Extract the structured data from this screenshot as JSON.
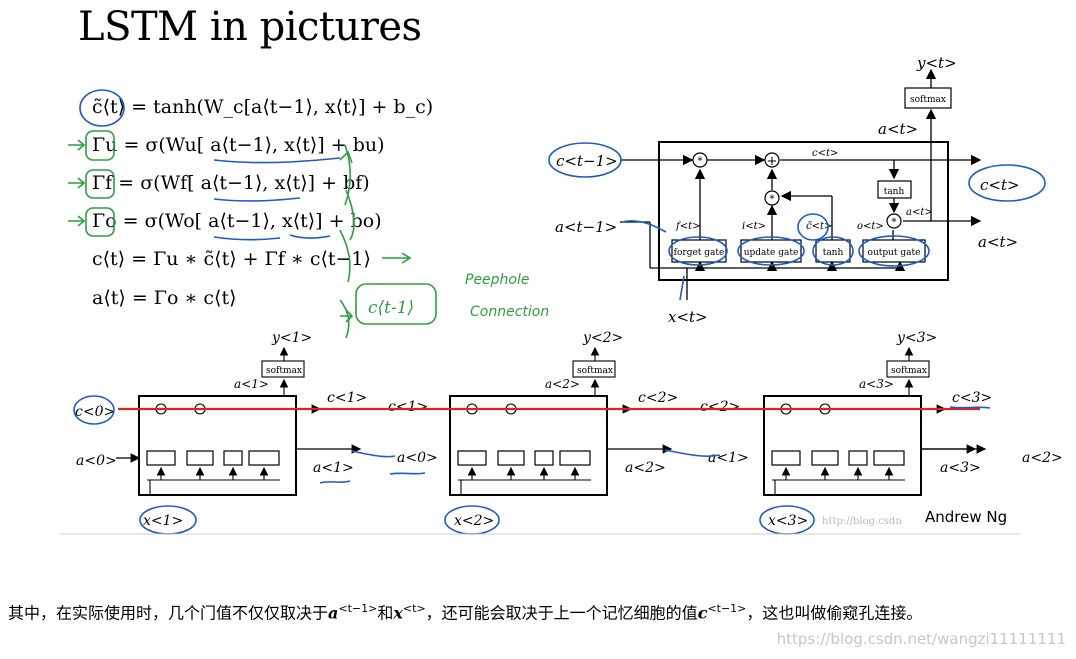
{
  "title": "LSTM in pictures",
  "equations": [
    "c̃⟨t⟩ = tanh(W_c[a⟨t−1⟩, x⟨t⟩] + b_c)",
    "Γu = σ(Wu[ a⟨t−1⟩, x⟨t⟩] + bu)",
    "Γf = σ(Wf[ a⟨t−1⟩, x⟨t⟩] + bf)",
    "Γo = σ(Wo[ a⟨t−1⟩, x⟨t⟩] + bo)",
    "c⟨t⟩ = Γu ∗ c̃⟨t⟩ + Γf ∗ c⟨t−1⟩",
    "a⟨t⟩ = Γo ∗ c⟨t⟩"
  ],
  "handwritten": {
    "peephole_line1": "Peephole",
    "peephole_line2": "Connection",
    "c_prev_note": "c⟨t-1⟩"
  },
  "cell": {
    "gates": [
      "forget gate",
      "update gate",
      "tanh",
      "output gate"
    ],
    "softmax": "softmax",
    "tanh_small": "tanh",
    "labels": {
      "c_prev": "c<t−1>",
      "a_prev": "a<t−1>",
      "x_t": "x<t>",
      "c_t": "c<t>",
      "a_t": "a<t>",
      "a_t_top": "a<t>",
      "y_t": "y<t>",
      "c_inner": "c<t>",
      "f": "f<t>",
      "i": "i<t>",
      "ctilde": "c̃<t>",
      "o": "o<t>",
      "a_inner": "a<t>"
    }
  },
  "unrolled": [
    {
      "y": "y<1>",
      "a_top": "a<1>",
      "c_in": "c<0>",
      "a_in": "a<0>",
      "x": "x<1>",
      "c_out": "c<1>",
      "a_out": "a<1>"
    },
    {
      "y": "y<2>",
      "a_top": "a<2>",
      "c_in": "c<1>",
      "a_in": "a<1>",
      "x": "x<2>",
      "c_out": "c<2>",
      "a_out": "a<2>"
    },
    {
      "y": "y<3>",
      "a_top": "a<3>",
      "c_in": "c<2>",
      "a_in": "a<2>",
      "x": "x<3>",
      "c_out": "c<3>",
      "a_out": "a<3>"
    }
  ],
  "credit": "Andrew Ng",
  "inner_watermark": "http://blog.csdn",
  "caption": {
    "part1": "其中，在实际使用时，几个门值不仅仅取决于",
    "a_prev": "a",
    "a_prev_sup": "<t−1>",
    "and": "和",
    "x": "x",
    "x_sup": "<t>",
    "part2": "，还可能会取决于上一个记忆细胞的值",
    "c": "c",
    "c_sup": "<t−1>",
    "part3": "，这也叫做偷窥孔连接。"
  },
  "watermark": "https://blog.csdn.net/wangzi11111111",
  "colors": {
    "annotation_blue": "#1e5bc6",
    "annotation_green": "#2f9e44",
    "annotation_red": "#e0211f"
  }
}
